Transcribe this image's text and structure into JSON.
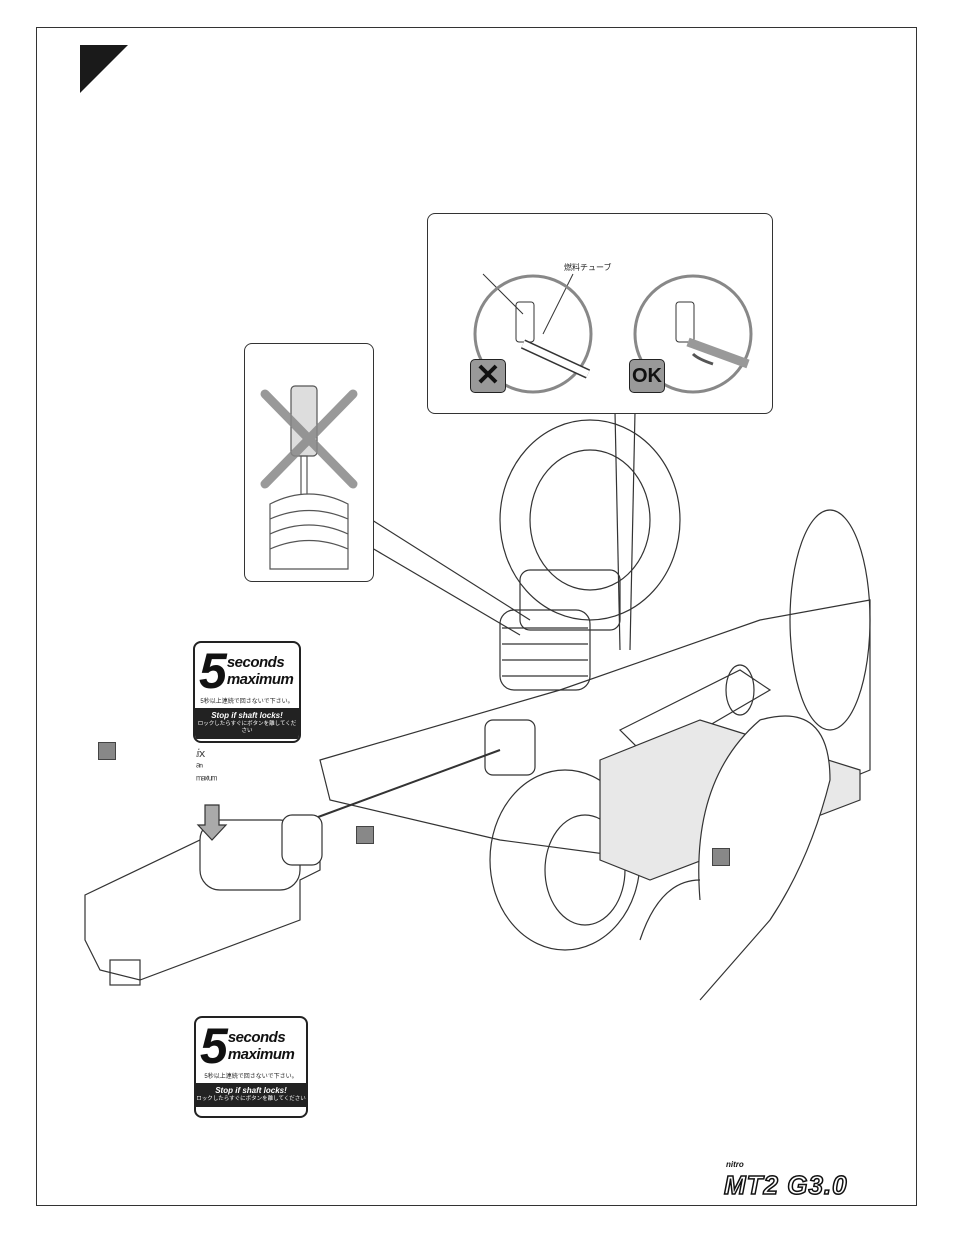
{
  "callout_top": {
    "fuel_tube_label": "燃料チューブ",
    "bad_badge": "✕",
    "ok_badge": "OK"
  },
  "sticker_1": {
    "number": "5",
    "line1": "seconds",
    "line2": "maximum",
    "jp_warning": "5秒以上連続で回さないで下さい。",
    "stop_text": "Stop if shaft locks!",
    "jp_stop": "ロックしたらすぐにボタンを離してください"
  },
  "sticker_2": {
    "number": "5",
    "line1": "seconds",
    "line2": "maximum",
    "jp_warning": "5秒以上連続で回さないで下さい。",
    "stop_text": "Stop if shaft locks!",
    "jp_stop": "ロックしたらすぐにボタンを離してください"
  },
  "logo": {
    "small": "nitro",
    "main": "MT2 G3.0"
  },
  "colors": {
    "marker": "#888888",
    "ink": "#222222"
  }
}
